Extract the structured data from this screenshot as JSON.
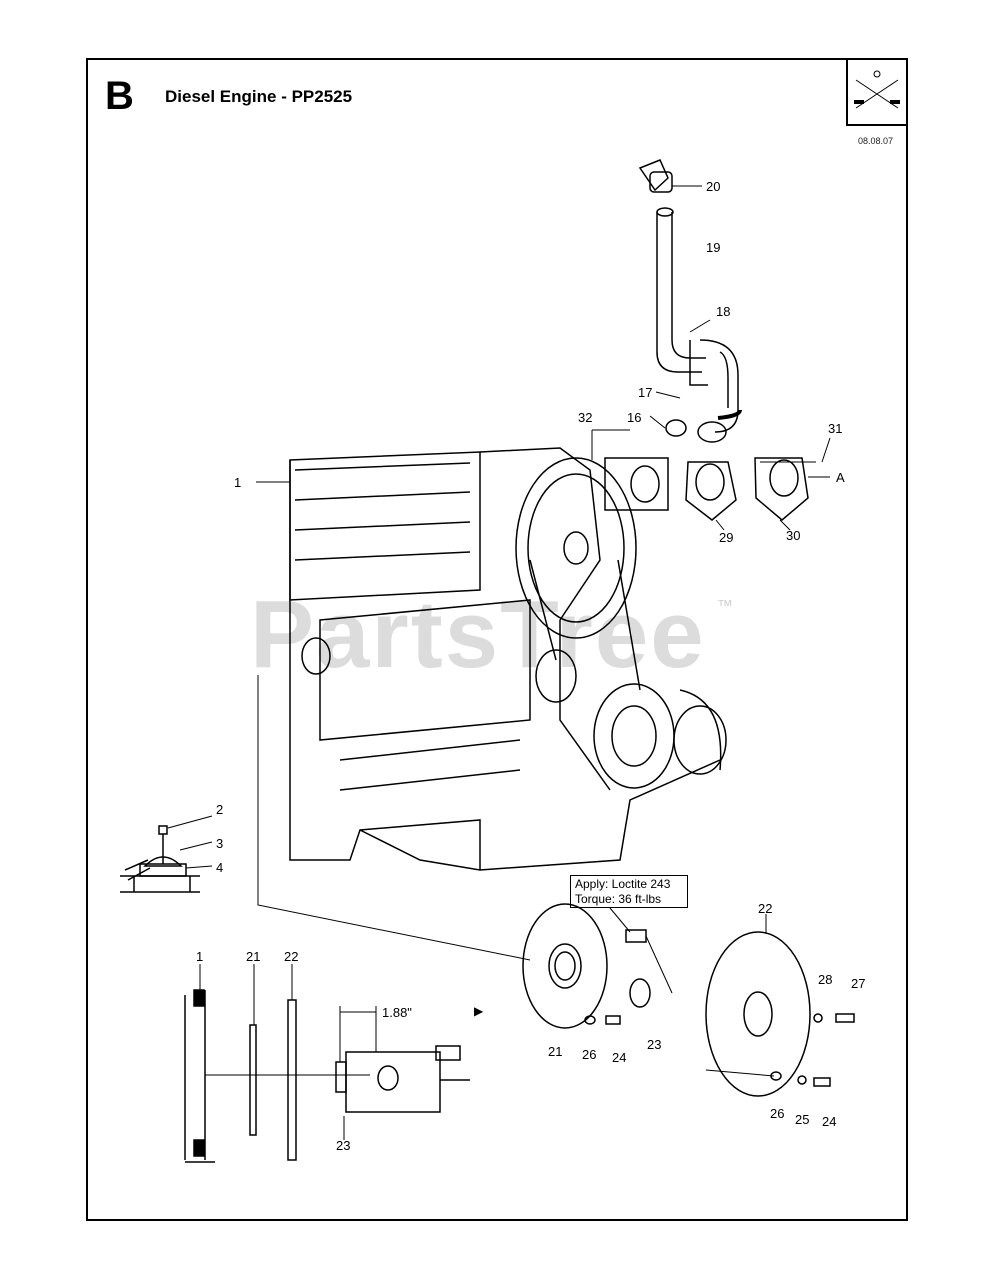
{
  "header": {
    "section_letter": "B",
    "title": "Diesel Engine - PP2525",
    "date": "08.08.07"
  },
  "watermark": {
    "text": "PartsTree",
    "trademark": "™"
  },
  "note": {
    "line1": "Apply: Loctite 243",
    "line2": "Torque: 36 ft-lbs"
  },
  "dimension": {
    "label": "1.88\""
  },
  "callouts": {
    "c20": "20",
    "c19": "19",
    "c18": "18",
    "c17": "17",
    "c16": "16",
    "c32": "32",
    "c31": "31",
    "cA": "A",
    "c29": "29",
    "c30": "30",
    "c1": "1",
    "c2": "2",
    "c3": "3",
    "c4": "4",
    "c22": "22",
    "c28": "28",
    "c27": "27",
    "c21": "21",
    "c26": "26",
    "c24": "24",
    "c23": "23",
    "c26b": "26",
    "c25": "25",
    "c24b": "24",
    "s1": "1",
    "s21": "21",
    "s22": "22",
    "s23": "23"
  }
}
